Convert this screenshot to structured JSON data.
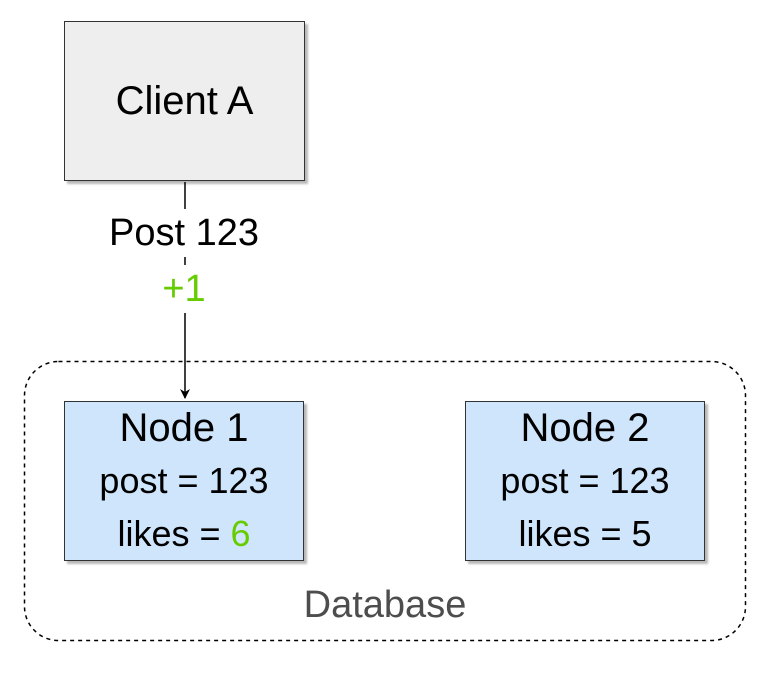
{
  "client": {
    "label": "Client A"
  },
  "edge": {
    "post_label": "Post 123",
    "increment_label": "+1"
  },
  "nodes": [
    {
      "title": "Node 1",
      "post_line": "post = 123",
      "likes_prefix": "likes = ",
      "likes_value": "6",
      "likes_highlight": true
    },
    {
      "title": "Node 2",
      "post_line": "post = 123",
      "likes_prefix": "likes = ",
      "likes_value": "5",
      "likes_highlight": false
    }
  ],
  "database": {
    "label": "Database"
  },
  "colors": {
    "client_fill": "#eeeeee",
    "node_fill": "#cfe5fc",
    "highlight_green": "#66cc00",
    "database_label": "#4d4d4d",
    "border": "#333333"
  }
}
